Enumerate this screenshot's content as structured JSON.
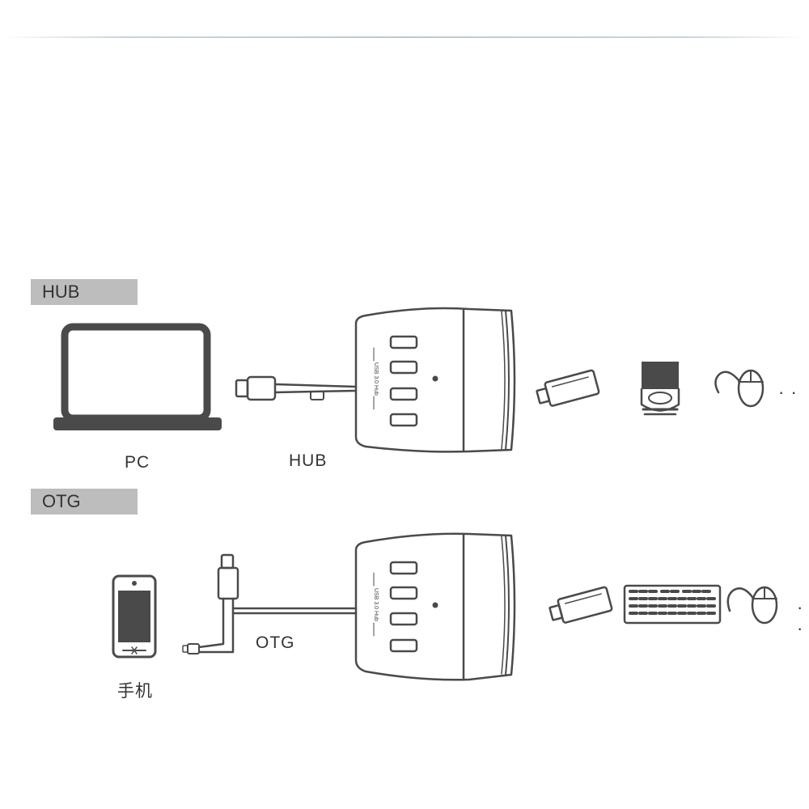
{
  "sections": {
    "hub": {
      "tag": "HUB",
      "labels": {
        "pc": "PC",
        "hub": "HUB"
      },
      "hub_print": "USB 3.0 Hub"
    },
    "otg": {
      "tag": "OTG",
      "labels": {
        "phone": "手机",
        "otg": "OTG"
      },
      "hub_print": "USB 3.0 Hub"
    }
  },
  "ellipsis": "· ·",
  "icons": [
    "laptop-icon",
    "usb-cable-icon",
    "usb-hub-icon",
    "usb-flash-drive-icon",
    "card-reader-icon",
    "mouse-icon",
    "smartphone-icon",
    "otg-cable-icon",
    "keyboard-icon"
  ],
  "colors": {
    "line": "#4a4a4a",
    "tag_bg": "#bdbdbd",
    "rule": "#b9c8d8"
  }
}
